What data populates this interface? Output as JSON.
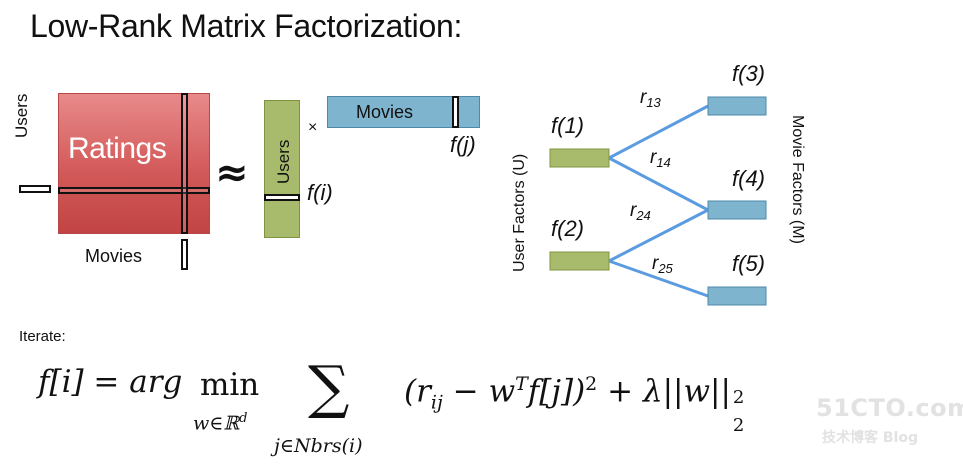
{
  "title": "Low-Rank Matrix Factorization:",
  "ratings_matrix": {
    "label": "Ratings",
    "row_axis_label": "Users",
    "col_axis_label": "Movies",
    "color": "#d35a5a"
  },
  "approx_symbol": "≈",
  "times_symbol": "×",
  "user_factors": {
    "label": "Users",
    "row_label": "f(i)",
    "color": "#a8bb6c"
  },
  "movie_factors": {
    "label": "Movies",
    "col_label": "f(j)",
    "color": "#7fb4cf"
  },
  "graph": {
    "user_axis_label": "User Factors (U)",
    "movie_axis_label": "Movie Factors (M)",
    "user_nodes": [
      {
        "label": "f(1)"
      },
      {
        "label": "f(2)"
      }
    ],
    "movie_nodes": [
      {
        "label": "f(3)"
      },
      {
        "label": "f(4)"
      },
      {
        "label": "f(5)"
      }
    ],
    "edges": [
      {
        "r": "r",
        "sub": "13"
      },
      {
        "r": "r",
        "sub": "14"
      },
      {
        "r": "r",
        "sub": "24"
      },
      {
        "r": "r",
        "sub": "25"
      }
    ],
    "edge_color": "#5b9be0"
  },
  "iterate_label": "Iterate:",
  "formula": {
    "lhs": "f[i] = arg",
    "min_word": "min",
    "min_sub": "w∈ℝ",
    "min_sub_sup": "d",
    "sum_symbol": "∑",
    "sum_sub": "j∈Nbrs(i)",
    "body": "(r",
    "body_sub": "ij",
    "body_mid": " − w",
    "body_sup_T": "T",
    "body_rest": "f[j])",
    "square": "2",
    "reg": " + λ||w||",
    "reg_sub": "2",
    "reg_sup": "2"
  },
  "watermark": {
    "main": "51CTO.com",
    "sub": "技术博客  Blog"
  }
}
